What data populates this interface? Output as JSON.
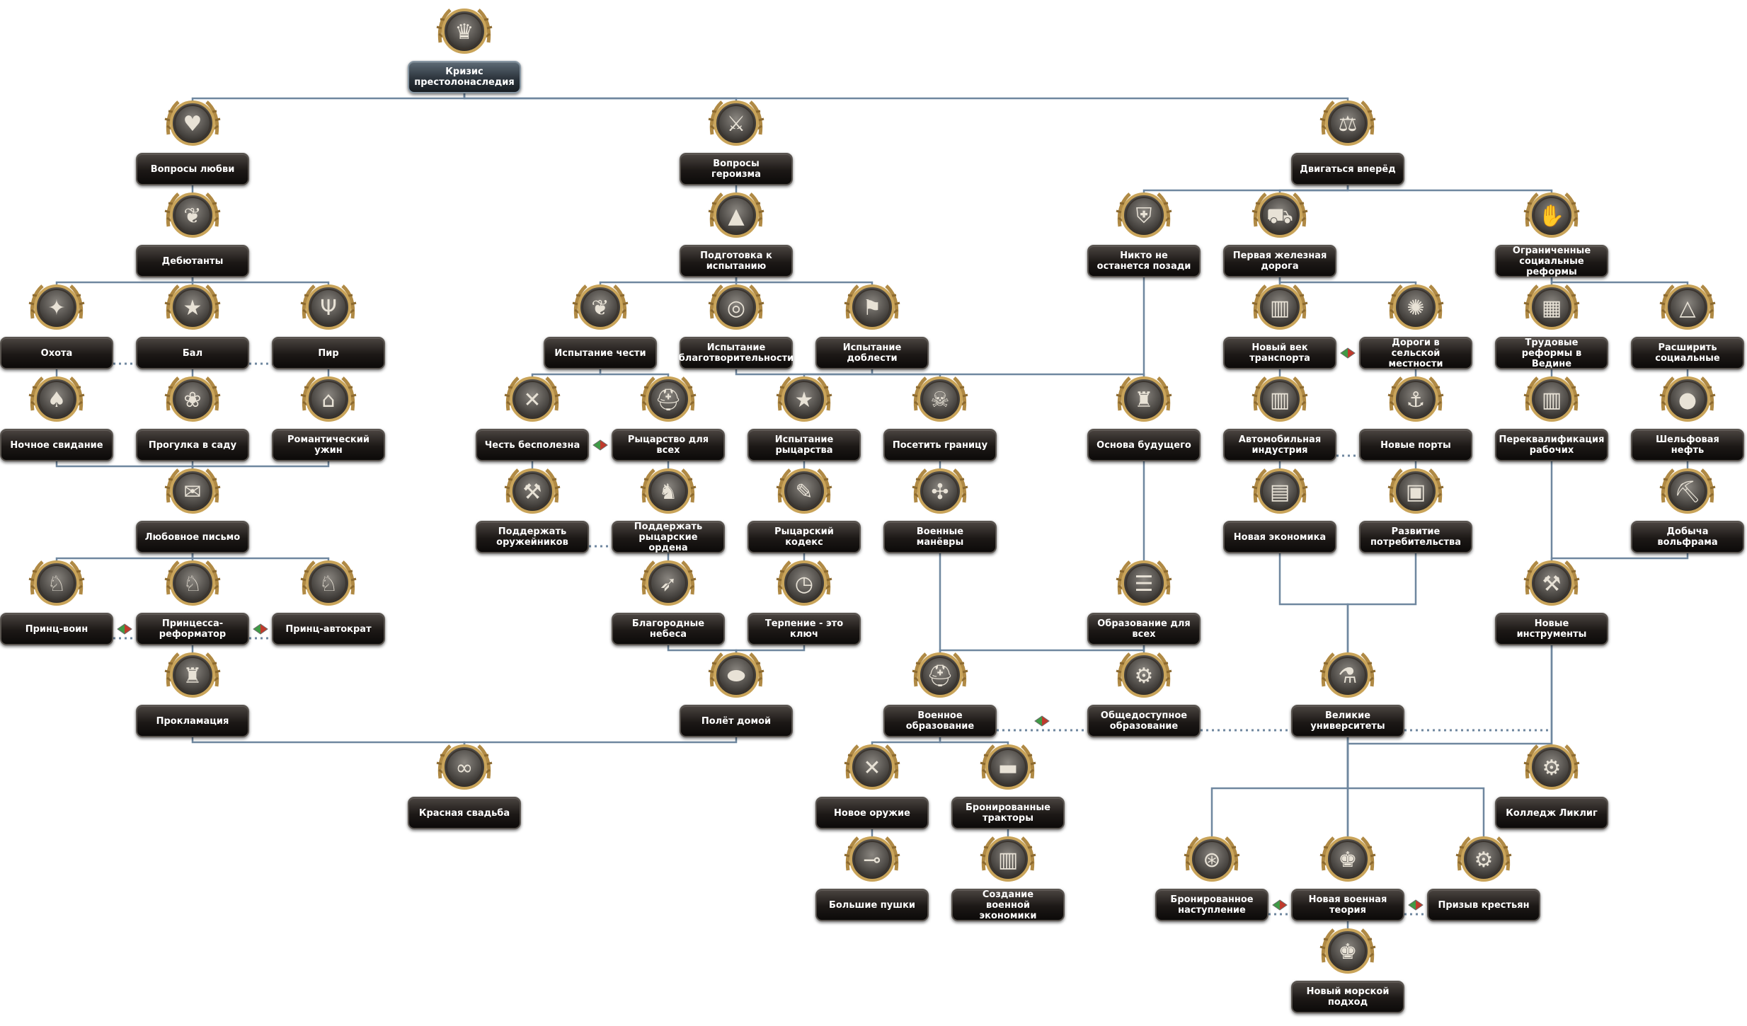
{
  "focus_tree": {
    "colors": {
      "connector": "#6f879f",
      "exclusive_left": "#3f9a45",
      "exclusive_right": "#c0392b"
    },
    "nodes": [
      {
        "id": "crisis",
        "label": "Кризис престолонаследия",
        "icon": "crown-icon",
        "root": true
      },
      {
        "id": "love",
        "label": "Вопросы любви",
        "icon": "heart-icon"
      },
      {
        "id": "heroism",
        "label": "Вопросы героизма",
        "icon": "sword-icon"
      },
      {
        "id": "forward",
        "label": "Двигаться вперёд",
        "icon": "scales-icon"
      },
      {
        "id": "debutants",
        "label": "Дебютанты",
        "icon": "griffin-icon"
      },
      {
        "id": "trial_prep",
        "label": "Подготовка к испытанию",
        "icon": "pyramid-icon"
      },
      {
        "id": "nobody_behind",
        "label": "Никто не останется позади",
        "icon": "shield-icon"
      },
      {
        "id": "first_rail",
        "label": "Первая железная дорога",
        "icon": "train-icon"
      },
      {
        "id": "limited_reforms",
        "label": "Ограниченные социальные реформы",
        "icon": "handshake-icon"
      },
      {
        "id": "hunt",
        "label": "Охота",
        "icon": "dog-icon"
      },
      {
        "id": "ball",
        "label": "Бал",
        "icon": "star-icon"
      },
      {
        "id": "feast",
        "label": "Пир",
        "icon": "glasses-icon"
      },
      {
        "id": "honor_trial",
        "label": "Испытание чести",
        "icon": "griffin-icon"
      },
      {
        "id": "charity_trial",
        "label": "Испытание благотворительности",
        "icon": "gold-icon"
      },
      {
        "id": "valor_trial",
        "label": "Испытание доблести",
        "icon": "banner-icon"
      },
      {
        "id": "transport_age",
        "label": "Новый век транспорта",
        "icon": "factory-icon"
      },
      {
        "id": "rural_roads",
        "label": "Дороги в сельской местности",
        "icon": "wheat-icon"
      },
      {
        "id": "labour_reforms",
        "label": "Трудовые реформы в Ведине",
        "icon": "building-icon"
      },
      {
        "id": "expand_social",
        "label": "Расширить социальные",
        "icon": "triangle-icon"
      },
      {
        "id": "night_date",
        "label": "Ночное свидание",
        "icon": "cards-icon"
      },
      {
        "id": "garden_walk",
        "label": "Прогулка в саду",
        "icon": "garden-icon"
      },
      {
        "id": "romantic_dinner",
        "label": "Романтический ужин",
        "icon": "palace-icon"
      },
      {
        "id": "honor_useless",
        "label": "Честь бесполезна",
        "icon": "crossed-swords-icon"
      },
      {
        "id": "chivalry_all",
        "label": "Рыцарство для всех",
        "icon": "helmet-icon"
      },
      {
        "id": "knight_trial",
        "label": "Испытание рыцарства",
        "icon": "knight-icon"
      },
      {
        "id": "visit_border",
        "label": "Посетить границу",
        "icon": "skull-icon"
      },
      {
        "id": "future_base",
        "label": "Основа будущего",
        "icon": "statue-icon"
      },
      {
        "id": "auto_industry",
        "label": "Автомобильная индустрия",
        "icon": "factory-icon"
      },
      {
        "id": "new_ports",
        "label": "Новые порты",
        "icon": "port-icon"
      },
      {
        "id": "retraining",
        "label": "Переквалификация рабочих",
        "icon": "factory-icon"
      },
      {
        "id": "shale_oil",
        "label": "Шельфовая нефть",
        "icon": "oil-icon"
      },
      {
        "id": "love_letter",
        "label": "Любовное письмо",
        "icon": "letter-icon"
      },
      {
        "id": "support_smiths",
        "label": "Поддержать оружейников",
        "icon": "hammer-icon"
      },
      {
        "id": "support_orders",
        "label": "Поддержать рыцарские ордена",
        "icon": "knights-icon"
      },
      {
        "id": "knight_code",
        "label": "Рыцарский кодекс",
        "icon": "scroll-icon"
      },
      {
        "id": "maneuvers",
        "label": "Военные манёвры",
        "icon": "map-icon"
      },
      {
        "id": "new_economy",
        "label": "Новая экономика",
        "icon": "city-icon"
      },
      {
        "id": "consumerism",
        "label": "Развитие потребительства",
        "icon": "safe-icon"
      },
      {
        "id": "tungsten",
        "label": "Добыча вольфрама",
        "icon": "pickaxe-icon"
      },
      {
        "id": "warrior_prince",
        "label": "Принц-воин",
        "icon": "pony-icon"
      },
      {
        "id": "reformer_princess",
        "label": "Принцесса-реформатор",
        "icon": "pony-icon"
      },
      {
        "id": "autocrat_prince",
        "label": "Принц-автократ",
        "icon": "pony-icon"
      },
      {
        "id": "noble_skies",
        "label": "Благородные небеса",
        "icon": "eagle-icon"
      },
      {
        "id": "patience",
        "label": "Терпение - это ключ",
        "icon": "clock-icon"
      },
      {
        "id": "education_all",
        "label": "Образование для всех",
        "icon": "book-icon"
      },
      {
        "id": "new_tools",
        "label": "Новые инструменты",
        "icon": "tools-icon"
      },
      {
        "id": "proclamation",
        "label": "Прокламация",
        "icon": "statue-icon"
      },
      {
        "id": "flight_home",
        "label": "Полёт домой",
        "icon": "airship-icon"
      },
      {
        "id": "military_edu",
        "label": "Военное образование",
        "icon": "helmet-icon"
      },
      {
        "id": "public_edu",
        "label": "Общедоступное образование",
        "icon": "gear-icon"
      },
      {
        "id": "great_unis",
        "label": "Великие университеты",
        "icon": "flask-icon"
      },
      {
        "id": "red_wedding",
        "label": "Красная свадьба",
        "icon": "rings-icon"
      },
      {
        "id": "new_weapons",
        "label": "Новое оружие",
        "icon": "crossed-swords-icon"
      },
      {
        "id": "armored_tractors",
        "label": "Бронированные тракторы",
        "icon": "tank-icon"
      },
      {
        "id": "leakleague",
        "label": "Колледж Ликлиг",
        "icon": "college-icon"
      },
      {
        "id": "big_guns",
        "label": "Большие пушки",
        "icon": "cannon-icon"
      },
      {
        "id": "war_economy",
        "label": "Создание военной экономики",
        "icon": "factory-icon"
      },
      {
        "id": "armored_assault",
        "label": "Бронированное наступление",
        "icon": "wheel-icon"
      },
      {
        "id": "military_theory",
        "label": "Новая военная теория",
        "icon": "chess-icon"
      },
      {
        "id": "peasant_draft",
        "label": "Призыв крестьян",
        "icon": "gear-icon"
      },
      {
        "id": "naval_approach",
        "label": "Новый морской подход",
        "icon": "chess-icon"
      }
    ]
  }
}
